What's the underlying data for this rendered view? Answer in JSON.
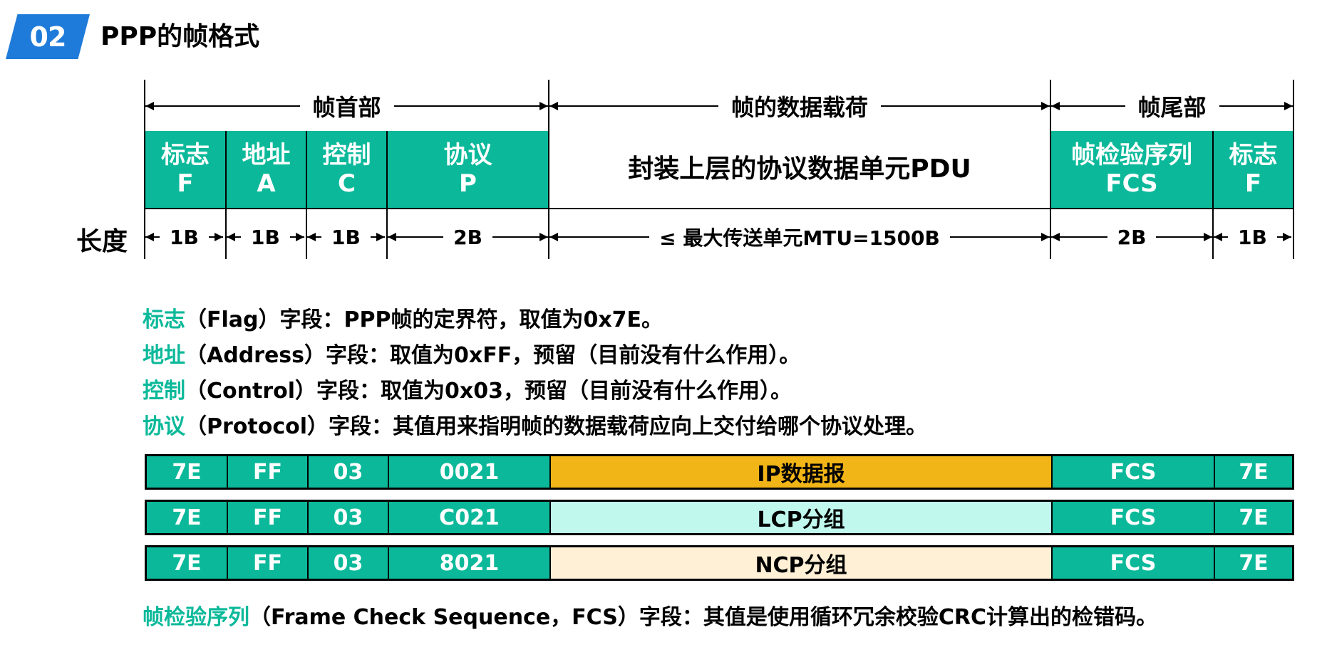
{
  "header": {
    "section_number": "02",
    "title": "PPP的帧格式",
    "badge_color": "#1F7BDA"
  },
  "colors": {
    "field_teal": "#0BB99A",
    "ip_payload": "#F2B517",
    "lcp_payload": "#C0F8EE",
    "ncp_payload": "#FFF0D6"
  },
  "frame": {
    "groups": [
      {
        "label": "帧首部"
      },
      {
        "label": "帧的数据载荷"
      },
      {
        "label": "帧尾部"
      }
    ],
    "fields": [
      {
        "name": "标志",
        "abbr": "F",
        "length": "1B"
      },
      {
        "name": "地址",
        "abbr": "A",
        "length": "1B"
      },
      {
        "name": "控制",
        "abbr": "C",
        "length": "1B"
      },
      {
        "name": "协议",
        "abbr": "P",
        "length": "2B"
      },
      {
        "name": "封装上层的协议数据单元PDU",
        "abbr": "",
        "length": "≤ 最大传送单元MTU=1500B"
      },
      {
        "name": "帧检验序列",
        "abbr": "FCS",
        "length": "2B"
      },
      {
        "name": "标志",
        "abbr": "F",
        "length": "1B"
      }
    ],
    "length_label": "长度"
  },
  "descriptions": [
    {
      "key": "标志",
      "text": "（Flag）字段：PPP帧的定界符，取值为0x7E。"
    },
    {
      "key": "地址",
      "text": "（Address）字段：取值为0xFF，预留（目前没有什么作用）。"
    },
    {
      "key": "控制",
      "text": "（Control）字段：取值为0x03，预留（目前没有什么作用）。"
    },
    {
      "key": "协议",
      "text": "（Protocol）字段：其值用来指明帧的数据载荷应向上交付给哪个协议处理。"
    }
  ],
  "examples": [
    {
      "flag": "7E",
      "address": "FF",
      "control": "03",
      "protocol": "0021",
      "payload": "IP数据报",
      "fcs": "FCS",
      "end_flag": "7E"
    },
    {
      "flag": "7E",
      "address": "FF",
      "control": "03",
      "protocol": "C021",
      "payload": "LCP分组",
      "fcs": "FCS",
      "end_flag": "7E"
    },
    {
      "flag": "7E",
      "address": "FF",
      "control": "03",
      "protocol": "8021",
      "payload": "NCP分组",
      "fcs": "FCS",
      "end_flag": "7E"
    }
  ],
  "fcs_description": {
    "key": "帧检验序列",
    "text": "（Frame Check Sequence，FCS）字段：其值是使用循环冗余校验CRC计算出的检错码。"
  }
}
